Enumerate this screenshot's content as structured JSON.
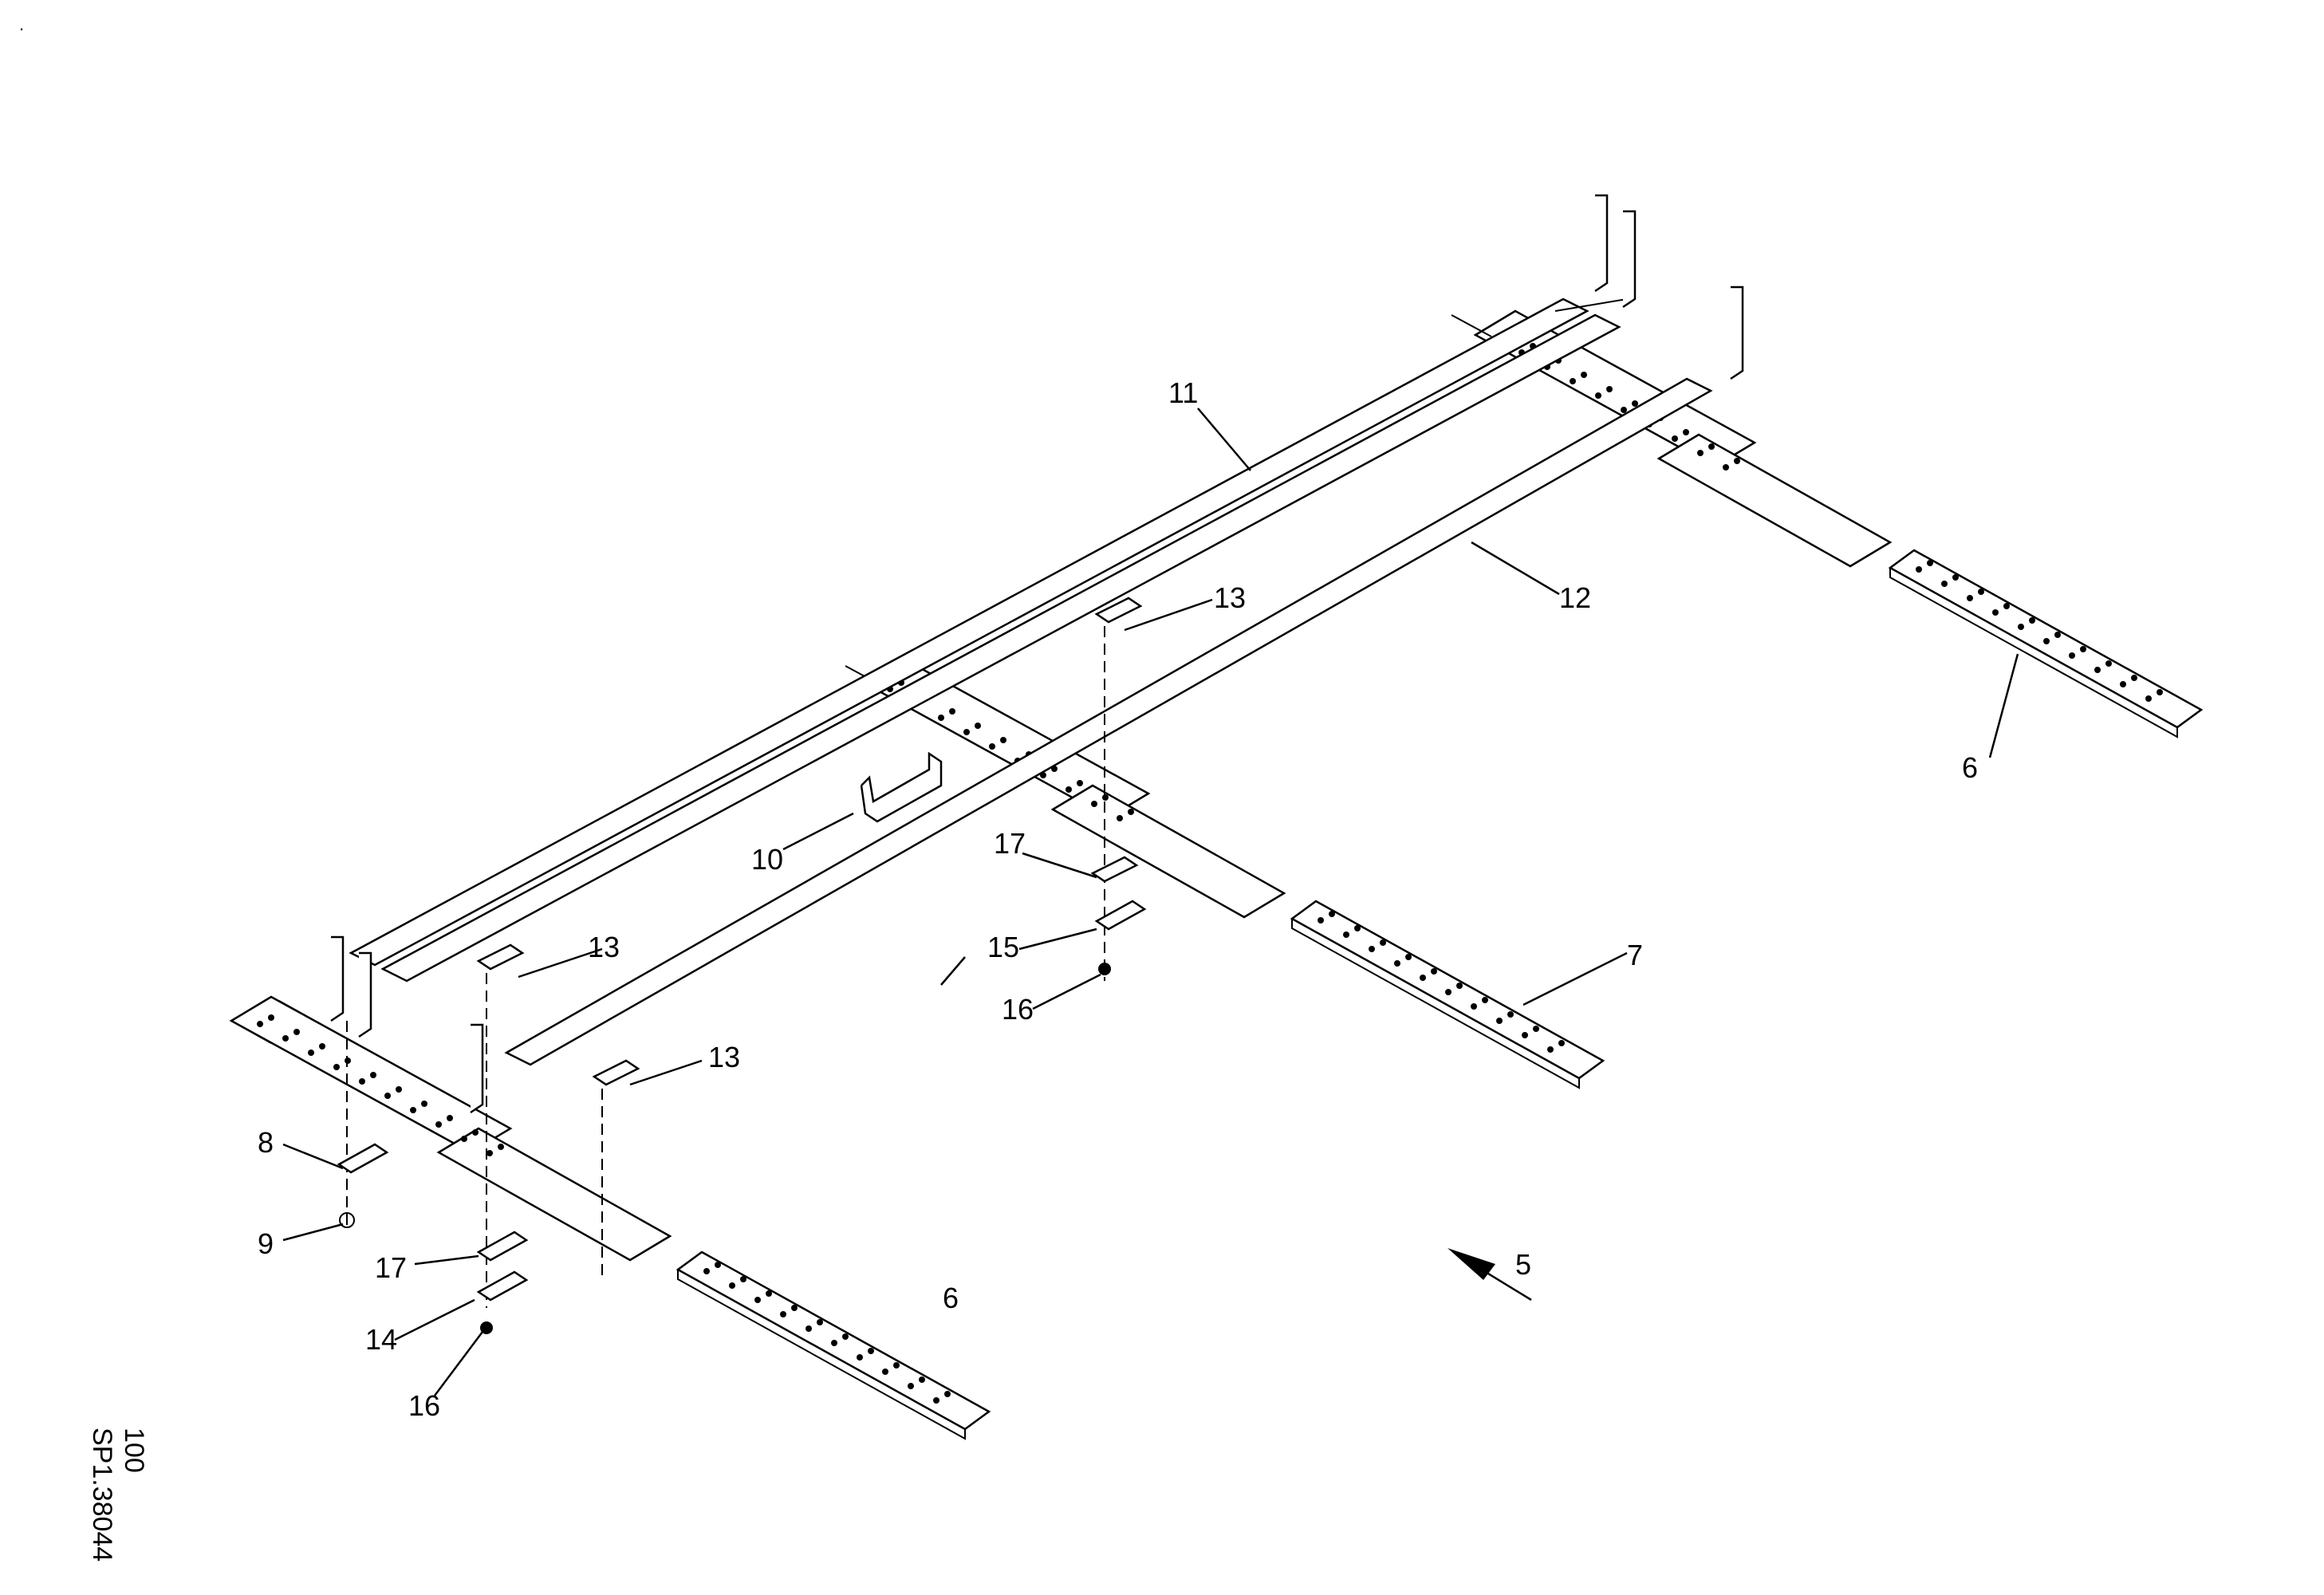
{
  "corner_mark": ".",
  "drawing_code": {
    "line1": "100",
    "line2": "SP1.38044"
  },
  "callouts": [
    {
      "id": "c11",
      "text": "11"
    },
    {
      "id": "c12",
      "text": "12"
    },
    {
      "id": "c13a",
      "text": "13"
    },
    {
      "id": "c13b",
      "text": "13"
    },
    {
      "id": "c13c",
      "text": "13"
    },
    {
      "id": "c6a",
      "text": "6"
    },
    {
      "id": "c6b",
      "text": "6"
    },
    {
      "id": "c10",
      "text": "10"
    },
    {
      "id": "c17a",
      "text": "17"
    },
    {
      "id": "c17b",
      "text": "17"
    },
    {
      "id": "c15",
      "text": "15"
    },
    {
      "id": "c16a",
      "text": "16"
    },
    {
      "id": "c16b",
      "text": "16"
    },
    {
      "id": "c7",
      "text": "7"
    },
    {
      "id": "c8",
      "text": "8"
    },
    {
      "id": "c9",
      "text": "9"
    },
    {
      "id": "c14",
      "text": "14"
    },
    {
      "id": "c5",
      "text": "5"
    }
  ]
}
